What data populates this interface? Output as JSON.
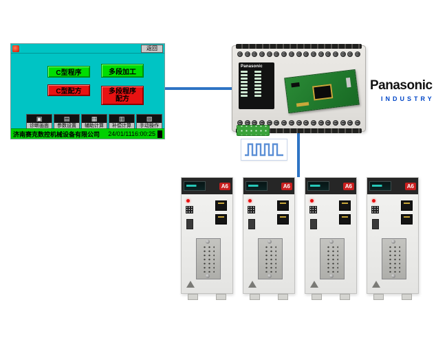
{
  "hmi": {
    "back_button": "返回",
    "program_buttons": [
      {
        "label": "C型程序",
        "style": "green"
      },
      {
        "label": "多段加工",
        "style": "green"
      },
      {
        "label": "C型配方",
        "style": "red"
      },
      {
        "label": "多段程序配方",
        "style": "red"
      }
    ],
    "toolbar_buttons": [
      {
        "label": "诊断画面",
        "icon": "▣"
      },
      {
        "label": "参数设置",
        "icon": "▤"
      },
      {
        "label": "辅助计算",
        "icon": "▦"
      },
      {
        "label": "补偿计算",
        "icon": "▥"
      },
      {
        "label": "手动操作",
        "icon": "▧"
      }
    ],
    "status_bar": {
      "company": "济南赛克数控机械设备有限公司",
      "datetime": "24/01/1116:00:25"
    }
  },
  "plc": {
    "brand": "Panasonic"
  },
  "brand_logo": {
    "name": "Panasonic",
    "division": "INDUSTRY"
  },
  "servos": {
    "count": 4,
    "badge": "A6"
  },
  "colors": {
    "connector_blue": "#2e74c4",
    "hmi_screen_teal": "#00c4c4",
    "hmi_green_button": "#00dd00",
    "hmi_red_button": "#e81212",
    "status_bar_green": "#00d000",
    "panasonic_blue": "#0046c8",
    "pulse_wave_blue": "#5b8fd6"
  }
}
